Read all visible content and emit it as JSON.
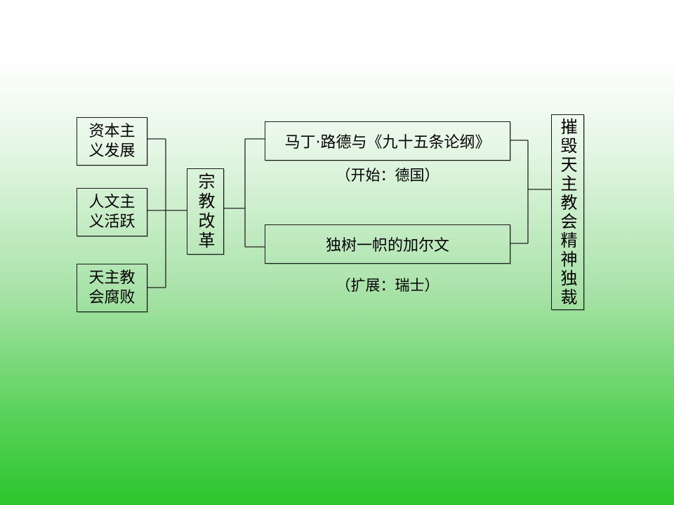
{
  "causes": [
    {
      "lines": [
        "资本主",
        "义发展"
      ]
    },
    {
      "lines": [
        "人文主",
        "义活跃"
      ]
    },
    {
      "lines": [
        "天主教",
        "会腐败"
      ]
    }
  ],
  "center": {
    "label": "宗教改革"
  },
  "branches": [
    {
      "label": "马丁·路德与《九十五条论纲》",
      "note": "（开始：德国）"
    },
    {
      "label": "独树一帜的加尔文",
      "note": "（扩展：瑞士）"
    }
  ],
  "result": {
    "label": "摧毁天主教会精神独裁"
  }
}
